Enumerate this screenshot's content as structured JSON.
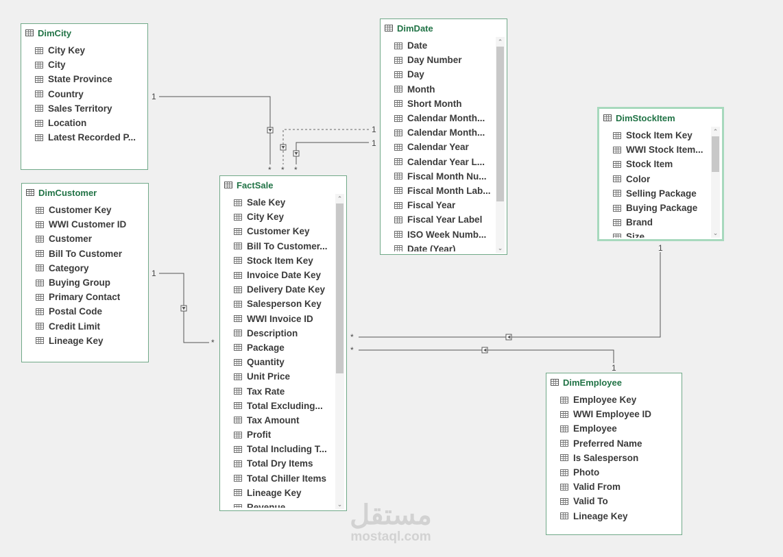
{
  "tables": {
    "dimcity": {
      "name": "DimCity",
      "fields": [
        "City Key",
        "City",
        "State Province",
        "Country",
        "Sales Territory",
        "Location",
        "Latest Recorded P..."
      ]
    },
    "dimcustomer": {
      "name": "DimCustomer",
      "fields": [
        "Customer Key",
        "WWI Customer ID",
        "Customer",
        "Bill To Customer",
        "Category",
        "Buying Group",
        "Primary Contact",
        "Postal Code",
        "Credit Limit",
        "Lineage Key"
      ]
    },
    "factsale": {
      "name": "FactSale",
      "fields": [
        "Sale Key",
        "City Key",
        "Customer Key",
        "Bill To Customer...",
        "Stock Item Key",
        "Invoice Date Key",
        "Delivery Date Key",
        "Salesperson Key",
        "WWI Invoice ID",
        "Description",
        "Package",
        "Quantity",
        "Unit Price",
        "Tax Rate",
        "Total Excluding...",
        "Tax Amount",
        "Profit",
        "Total Including T...",
        "Total Dry Items",
        "Total Chiller Items",
        "Lineage Key",
        "Revenue"
      ]
    },
    "dimdate": {
      "name": "DimDate",
      "fields": [
        "Date",
        "Day Number",
        "Day",
        "Month",
        "Short Month",
        "Calendar Month...",
        "Calendar Month...",
        "Calendar Year",
        "Calendar Year L...",
        "Fiscal Month Nu...",
        "Fiscal Month Lab...",
        "Fiscal Year",
        "Fiscal Year Label",
        "ISO Week Numb...",
        "Date (Year)"
      ]
    },
    "dimstockitem": {
      "name": "DimStockItem",
      "fields": [
        "Stock Item Key",
        "WWI Stock Item...",
        "Stock Item",
        "Color",
        "Selling Package",
        "Buying Package",
        "Brand",
        "Size"
      ]
    },
    "dimemployee": {
      "name": "DimEmployee",
      "fields": [
        "Employee Key",
        "WWI Employee ID",
        "Employee",
        "Preferred Name",
        "Is Salesperson",
        "Photo",
        "Valid From",
        "Valid To",
        "Lineage Key"
      ]
    }
  },
  "relationships": [
    {
      "from": "DimCity",
      "to": "FactSale",
      "one_label": "1",
      "many_label": "*",
      "active": true
    },
    {
      "from": "DimDate",
      "to": "FactSale",
      "one_label": "1",
      "many_label": "*",
      "active": false
    },
    {
      "from": "DimDate",
      "to": "FactSale",
      "one_label": "1",
      "many_label": "*",
      "active": true
    },
    {
      "from": "DimCustomer",
      "to": "FactSale",
      "one_label": "1",
      "many_label": "*",
      "active": true
    },
    {
      "from": "DimStockItem",
      "to": "FactSale",
      "one_label": "1",
      "many_label": "*",
      "active": true
    },
    {
      "from": "DimEmployee",
      "to": "FactSale",
      "one_label": "1",
      "many_label": "*",
      "active": true
    }
  ],
  "watermark": {
    "arabic": "مستقل",
    "latin": "mostaql.com"
  },
  "colors": {
    "header_text": "#217346",
    "table_border": "#6fa887",
    "selected_border": "#a7d9bd",
    "line": "#555555",
    "background": "#f0f0f0"
  }
}
